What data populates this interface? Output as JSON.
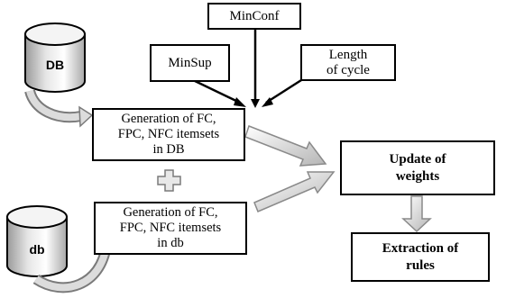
{
  "databases": {
    "main": "DB",
    "increment": "db"
  },
  "parameters": {
    "min_conf": "MinConf",
    "min_sup": "MinSup",
    "cycle_line1": "Length",
    "cycle_line2": "of cycle"
  },
  "generation_db": {
    "line1": "Generation of FC,",
    "line2": "FPC, NFC itemsets",
    "line3": "in DB"
  },
  "generation_small_db": {
    "line1": "Generation of FC,",
    "line2": "FPC, NFC itemsets",
    "line3": "in db"
  },
  "update_weights": {
    "line1": "Update of",
    "line2": "weights"
  },
  "extraction": {
    "line1": "Extraction of",
    "line2": "rules"
  }
}
